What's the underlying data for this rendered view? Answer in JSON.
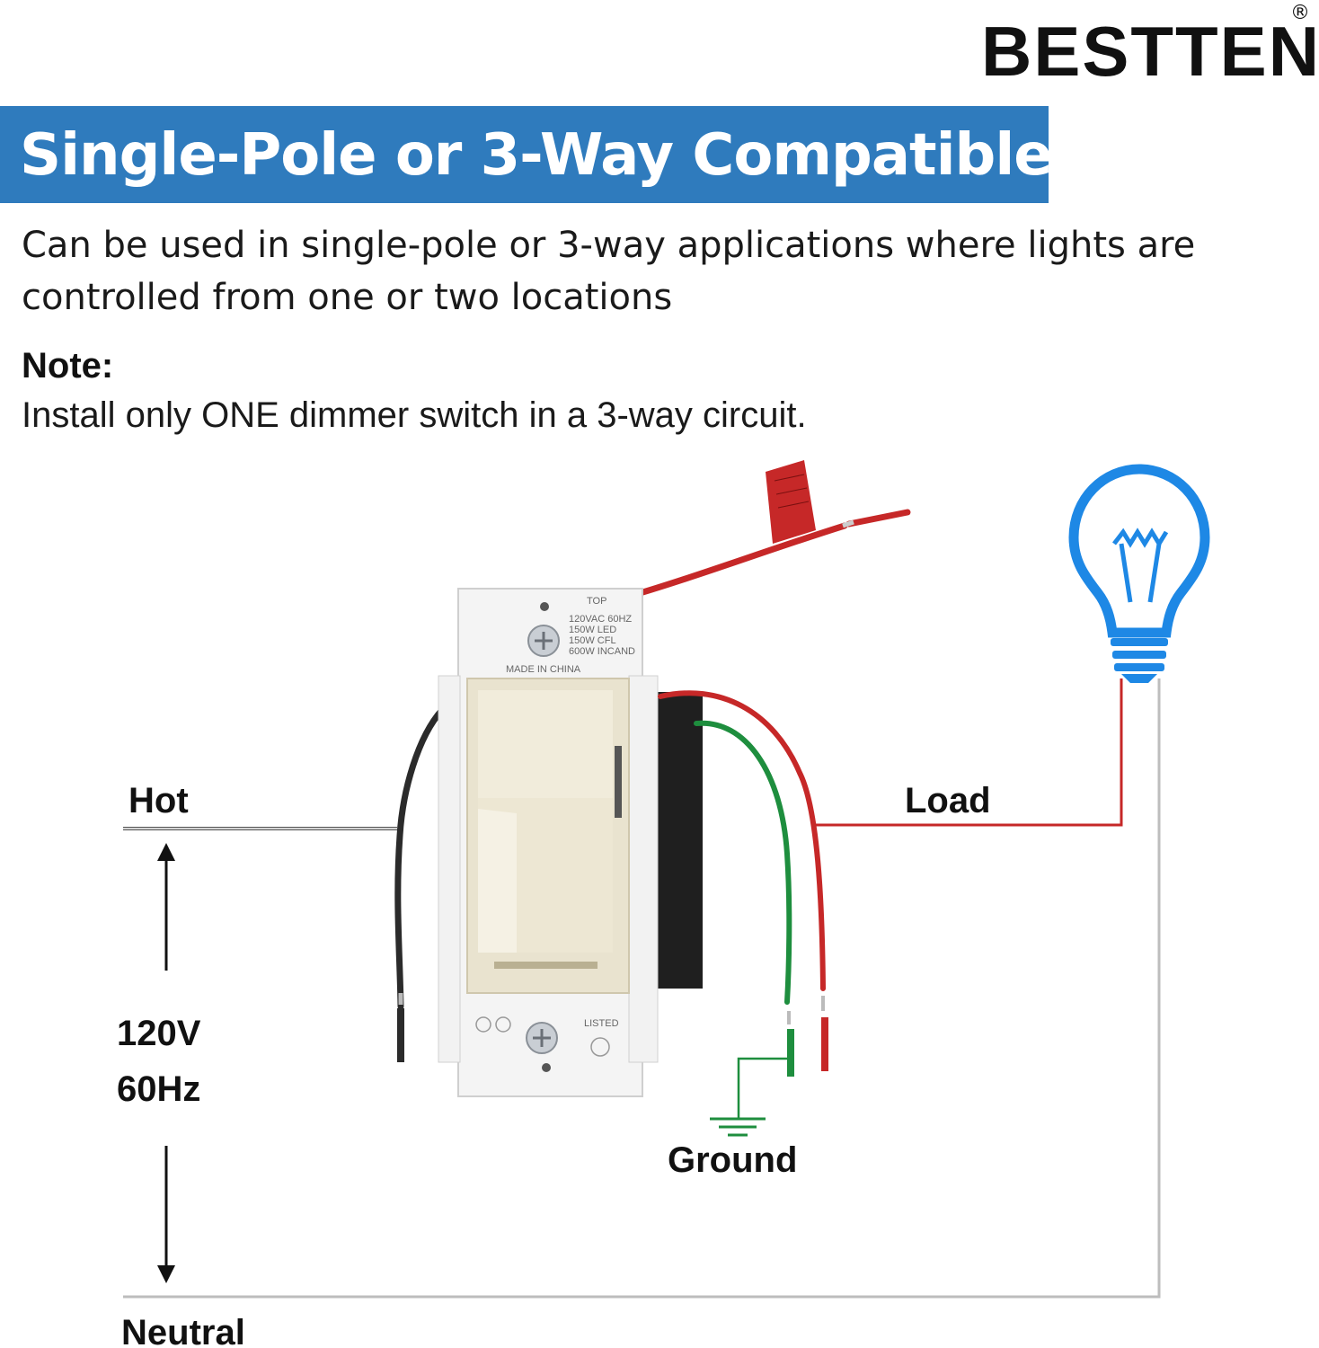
{
  "brand": {
    "name": "BESTTEN",
    "registered_mark": "®"
  },
  "banner": {
    "title": "Single-Pole or 3-Way Compatible",
    "bg_color": "#2f7bbd"
  },
  "description": "Can be used in single-pole or 3-way applications where lights are controlled from one or two locations",
  "note": {
    "label": "Note:",
    "text": "Install only ONE dimmer switch in a 3-way circuit."
  },
  "diagram": {
    "labels": {
      "hot": "Hot",
      "load": "Load",
      "ground": "Ground",
      "neutral": "Neutral",
      "voltage": "120V",
      "frequency": "60Hz"
    },
    "switch_plate": {
      "top": "TOP",
      "ratings": [
        "120VAC  60HZ",
        "150W    LED",
        "150W    CFL",
        "600W    INCAND"
      ],
      "made_in": "MADE IN CHINA",
      "listed": "LISTED"
    },
    "wire_colors": {
      "hot": "#333333",
      "load": "#c62828",
      "ground": "#1e8e3e",
      "neutral": "#bbbbbb",
      "traveler": "#d32f2f"
    },
    "icons": [
      "light-bulb-icon",
      "ground-symbol-icon",
      "dimmer-switch"
    ]
  }
}
